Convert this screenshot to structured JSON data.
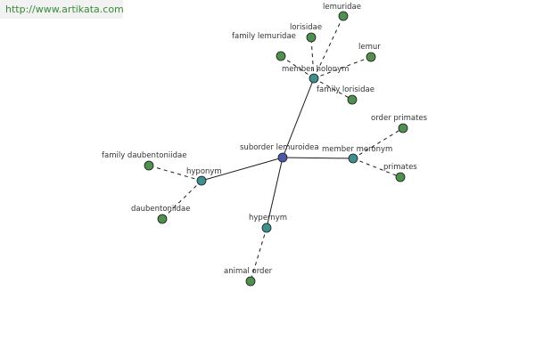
{
  "watermark": "http://www.artikata.com",
  "colors": {
    "center": "#4a5aa8",
    "relation": "#3f8f8f",
    "leaf": "#4f8f4f"
  },
  "nodes": {
    "center": "suborder lemuroidea",
    "member_holonym": "member holonym",
    "member_meronym": "member meronym",
    "hyponym": "hyponym",
    "hypernym": "hypernym",
    "lemuridae": "lemuridae",
    "lorisidae": "lorisidae",
    "family_lemuridae": "family lemuridae",
    "lemur": "lemur",
    "family_lorisidae": "family lorisidae",
    "order_primates": "order primates",
    "primates": "primates",
    "family_daubentoniidae": "family daubentoniidae",
    "daubentoniidae": "daubentoniidae",
    "animal_order": "animal order"
  }
}
